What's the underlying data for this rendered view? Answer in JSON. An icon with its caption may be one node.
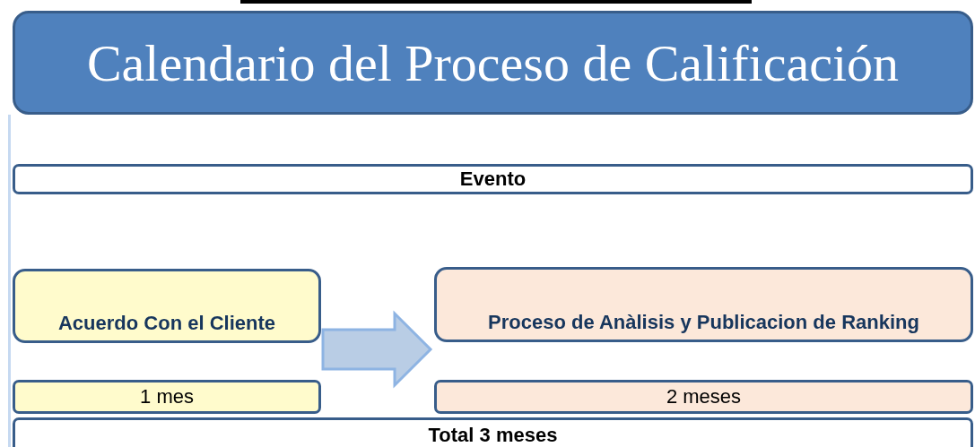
{
  "diagram": {
    "nodes": [
      {
        "text": [
          "Calendario del Proceso de Calificación"
        ]
      },
      {
        "text": [
          "Evento"
        ]
      },
      {
        "text": [
          "Acuerdo Con el Cliente"
        ]
      },
      {
        "text": [
          "Proceso de Anàlisis y Publicacion de Ranking"
        ]
      },
      {
        "text": [
          "1 mes"
        ]
      },
      {
        "text": [
          "2 meses"
        ]
      },
      {
        "text": [
          "Total 3 meses"
        ]
      }
    ],
    "edges": [
      {
        "from": 2,
        "to": 3,
        "arrow": "to"
      }
    ]
  }
}
